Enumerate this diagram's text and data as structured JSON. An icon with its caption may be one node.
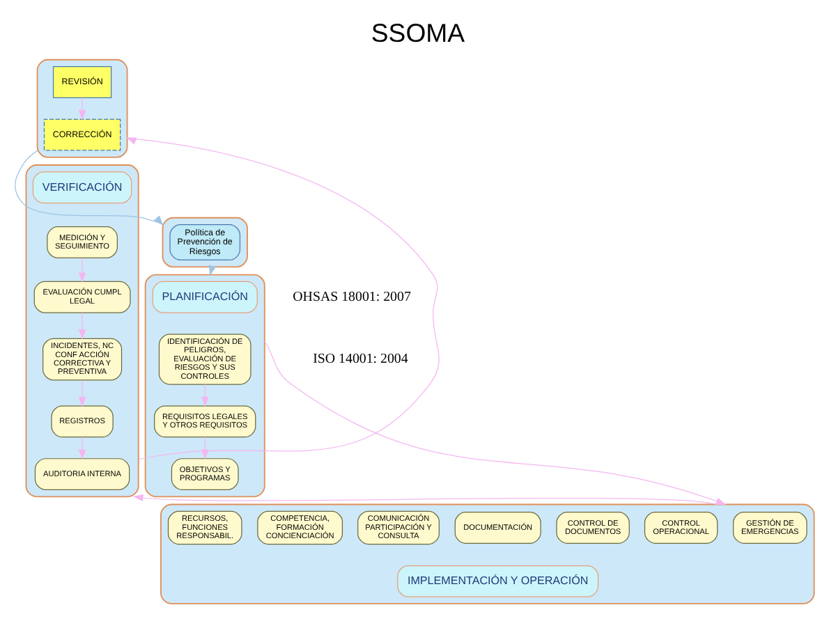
{
  "diagram": {
    "title": "SSOMA",
    "nodes": [
      {
        "text": [],
        "shape": "box"
      },
      {
        "text": [
          "CORRECCIÓN"
        ],
        "in": 0
      },
      {
        "text": [
          "REVISIÓN"
        ],
        "in": 0
      },
      {
        "text": [],
        "shape": "box"
      },
      {
        "text": [
          "Política de Prevención de Riesgos"
        ],
        "in": 3
      },
      {
        "text": [],
        "shape": "box"
      },
      {
        "text": [
          "PLANIFICACIÓN"
        ],
        "in": 5
      },
      {
        "text": [
          "IDENTIFICACIÓN DE PELIGROS, EVALUACIÓN DE RIESGOS Y SUS CONTROLES"
        ],
        "in": 5
      },
      {
        "text": [
          "REQUISITOS LEGALES Y OTROS REQUISITOS"
        ],
        "in": 5
      },
      {
        "text": [
          "OBJETIVOS Y PROGRAMAS"
        ],
        "in": 5
      },
      {
        "text": [],
        "shape": "box"
      },
      {
        "text": [
          "AUDITORIA INTERNA"
        ],
        "in": 10
      },
      {
        "text": [
          "REGISTROS"
        ],
        "in": 10
      },
      {
        "text": [
          "INCIDENTES, NC CONF ACCIÓN CORRECTIVA Y PREVENTIVA"
        ],
        "in": 10
      },
      {
        "text": [
          "EVALUACIÓN CUMPL LEGAL"
        ],
        "in": 10
      },
      {
        "text": [
          "MEDICIÓN Y SEGUIMIENTO"
        ],
        "in": 10
      },
      {
        "text": [
          "VERIFICACIÓN"
        ],
        "in": 10
      },
      {
        "text": [],
        "shape": "box"
      },
      {
        "text": [
          "GESTIÓN DE EMERGENCIAS"
        ],
        "in": 17
      },
      {
        "text": [
          "CONTROL OPERACIONAL"
        ],
        "in": 17
      },
      {
        "text": [
          "CONTROL DE DOCUMENTOS"
        ],
        "in": 17
      },
      {
        "text": [
          "DOCUMENTACIÓN"
        ],
        "in": 17
      },
      {
        "text": [
          "COMUNICACIÓN PARTICIPACIÓN Y CONSULTA"
        ],
        "in": 17
      },
      {
        "text": [
          "COMPETENCIA, FORMACIÓN CONCIENCIACIÓN"
        ],
        "in": 17
      },
      {
        "text": [
          "RECURSOS, FUNCIONES RESPONSABIL."
        ],
        "in": 17
      },
      {
        "text": [
          "IMPLEMENTACIÓN Y OPERACIÓN"
        ],
        "in": 17
      }
    ],
    "edges": [
      {
        "from": 2,
        "to": 1,
        "arrow": "to"
      },
      {
        "from": 0,
        "to": 3,
        "arrow": "to",
        "color": "#9dc3e6"
      },
      {
        "from": 3,
        "to": 5,
        "arrow": "to",
        "color": "#9dc3e6"
      },
      {
        "from": 7,
        "to": 8,
        "arrow": "to"
      },
      {
        "from": 8,
        "to": 9,
        "arrow": "to"
      },
      {
        "from": 5,
        "to": 17,
        "arrow": "to"
      },
      {
        "from": 17,
        "to": 10,
        "arrow": "to"
      },
      {
        "from": 15,
        "to": 14,
        "arrow": "to"
      },
      {
        "from": 14,
        "to": 13,
        "arrow": "to"
      },
      {
        "from": 13,
        "to": 12,
        "arrow": "to"
      },
      {
        "from": 12,
        "to": 11,
        "arrow": "to"
      },
      {
        "from": 10,
        "to": 0,
        "arrow": "to"
      }
    ],
    "labels": [
      "OHSAS 18001: 2007",
      "ISO 14001: 2004"
    ]
  }
}
